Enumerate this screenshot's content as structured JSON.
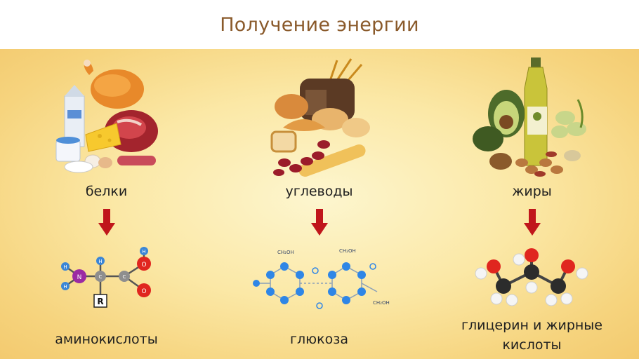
{
  "title": "Получение энергии",
  "columns": [
    {
      "source": "белки",
      "product": "аминокислоты",
      "food_icon": "protein-foods-icon",
      "molecule_icon": "amino-acid-molecule-icon"
    },
    {
      "source": "углеводы",
      "product": "глюкоза",
      "food_icon": "carbohydrate-foods-icon",
      "molecule_icon": "glucose-molecule-icon"
    },
    {
      "source": "жиры",
      "product": "глицерин и жирные кислоты",
      "food_icon": "fat-foods-icon",
      "molecule_icon": "glycerol-molecule-icon"
    }
  ],
  "molecule_labels": {
    "amino": {
      "h": "H",
      "n": "N",
      "c": "C",
      "o": "O",
      "r": "R"
    },
    "glucose": {
      "ch2oh": "CH₂OH"
    }
  },
  "colors": {
    "title": "#8a5a2b",
    "arrow": "#c0161b",
    "background_center": "#fdf6cf",
    "background_edge": "#f3ca6f"
  }
}
